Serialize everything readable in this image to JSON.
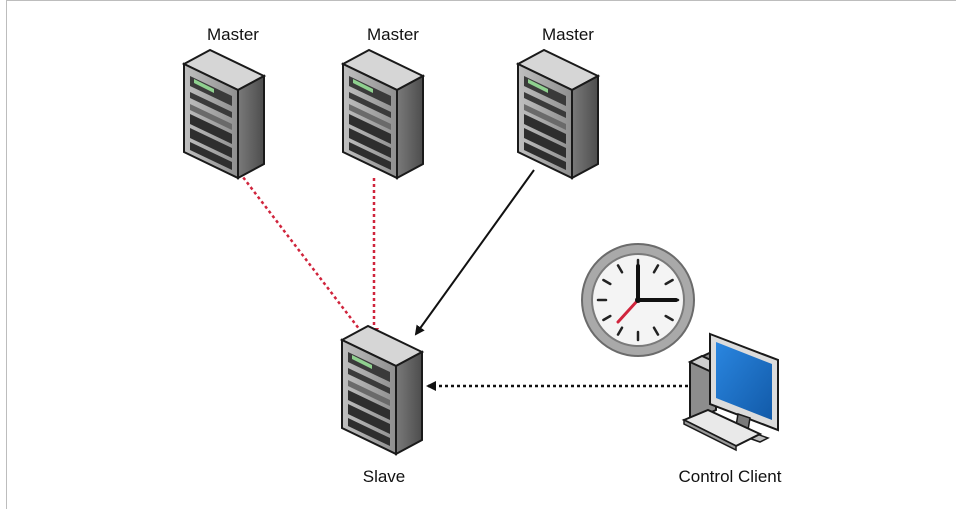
{
  "nodes": {
    "master_1": {
      "label": "Master",
      "icon": "server-tower-icon"
    },
    "master_2": {
      "label": "Master",
      "icon": "server-tower-icon"
    },
    "master_3": {
      "label": "Master",
      "icon": "server-tower-icon"
    },
    "slave": {
      "label": "Slave",
      "icon": "server-tower-icon"
    },
    "control_client": {
      "label": "Control Client",
      "icon": "desktop-computer-icon"
    },
    "clock": {
      "icon": "clock-icon"
    }
  },
  "edges": [
    {
      "from": "master_1",
      "to": "slave",
      "style": "dotted",
      "color": "#d0243c"
    },
    {
      "from": "master_2",
      "to": "slave",
      "style": "dotted",
      "color": "#d0243c"
    },
    {
      "from": "master_3",
      "to": "slave",
      "style": "solid",
      "color": "#111111"
    },
    {
      "from": "control_client",
      "to": "slave",
      "style": "dotted",
      "color": "#111111"
    }
  ],
  "colors": {
    "arrow_red": "#d0243c",
    "arrow_black": "#111111",
    "monitor_screen": "#1e6fc4",
    "clock_hand_red": "#d0243c"
  }
}
